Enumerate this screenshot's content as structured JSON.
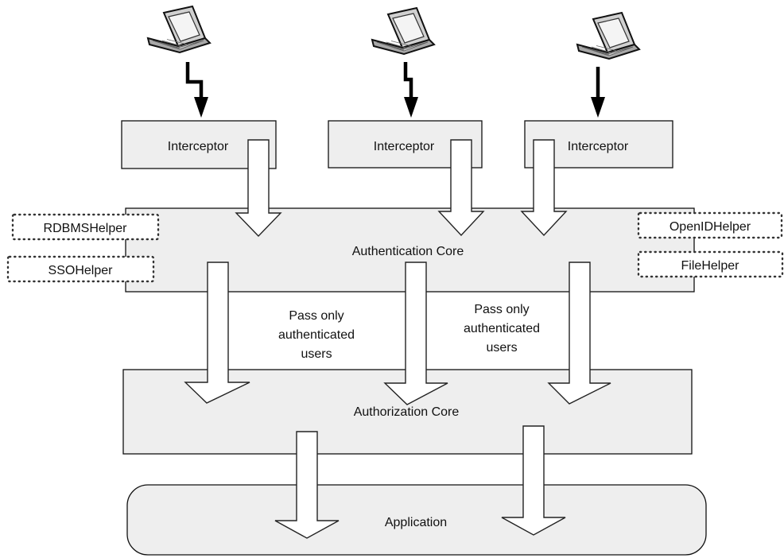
{
  "interceptors": [
    {
      "label": "Interceptor"
    },
    {
      "label": "Interceptor"
    },
    {
      "label": "Interceptor"
    }
  ],
  "authentication": {
    "label": "Authentication Core",
    "helpers_left": [
      "RDBMSHelper",
      "SSOHelper"
    ],
    "helpers_right": [
      "OpenIDHelper",
      "FileHelper"
    ]
  },
  "pass_notes": [
    {
      "lines": [
        "Pass only",
        "authenticated",
        "users"
      ]
    },
    {
      "lines": [
        "Pass only",
        "authenticated",
        "users"
      ]
    }
  ],
  "authorization": {
    "label": "Authorization Core"
  },
  "application": {
    "label": "Application"
  },
  "colors": {
    "box_fill": "#eeeeee",
    "stroke": "#111111",
    "laptop_lid": "#cccccc",
    "laptop_base": "#aaaaaa"
  },
  "icons": [
    "laptop-icon",
    "laptop-icon",
    "laptop-icon"
  ]
}
